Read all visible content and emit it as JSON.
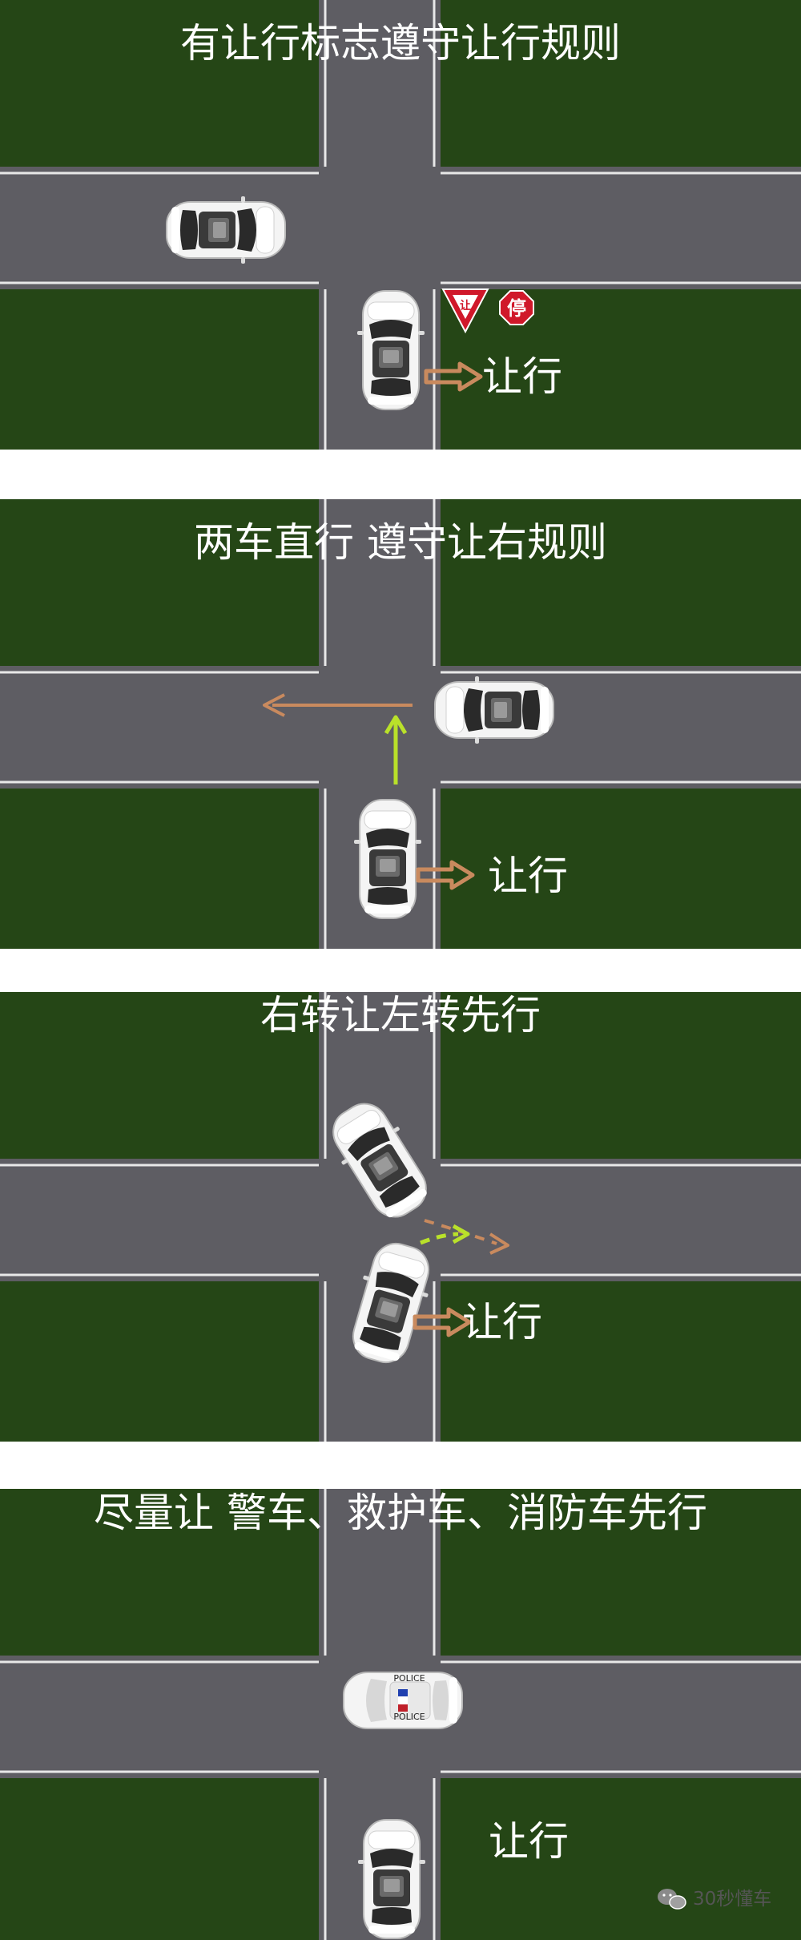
{
  "panels": [
    {
      "title": "有让行标志遵守让行规则",
      "yield_label": "让行",
      "signs": [
        {
          "kind": "yield-triangle",
          "text": "让",
          "color": "#d0182a"
        },
        {
          "kind": "stop-octagon",
          "text": "停",
          "color": "#d0182a"
        }
      ]
    },
    {
      "title": "两车直行 遵守让右规则",
      "yield_label": "让行"
    },
    {
      "title": "右转让左转先行",
      "yield_label": "让行"
    },
    {
      "title": "尽量让 警车、救护车、消防车先行",
      "yield_label": "让行",
      "police_text": "POLICE"
    }
  ],
  "watermark": {
    "text": "30秒懂车",
    "icon": "wechat-icon"
  },
  "colors": {
    "grass": "#254616",
    "road": "#5e5d63",
    "lane_line": "#e8e8e8",
    "arrow_brown": "#c98a5e",
    "arrow_green": "#b9e12a",
    "car_body": "#f4f4f4"
  }
}
